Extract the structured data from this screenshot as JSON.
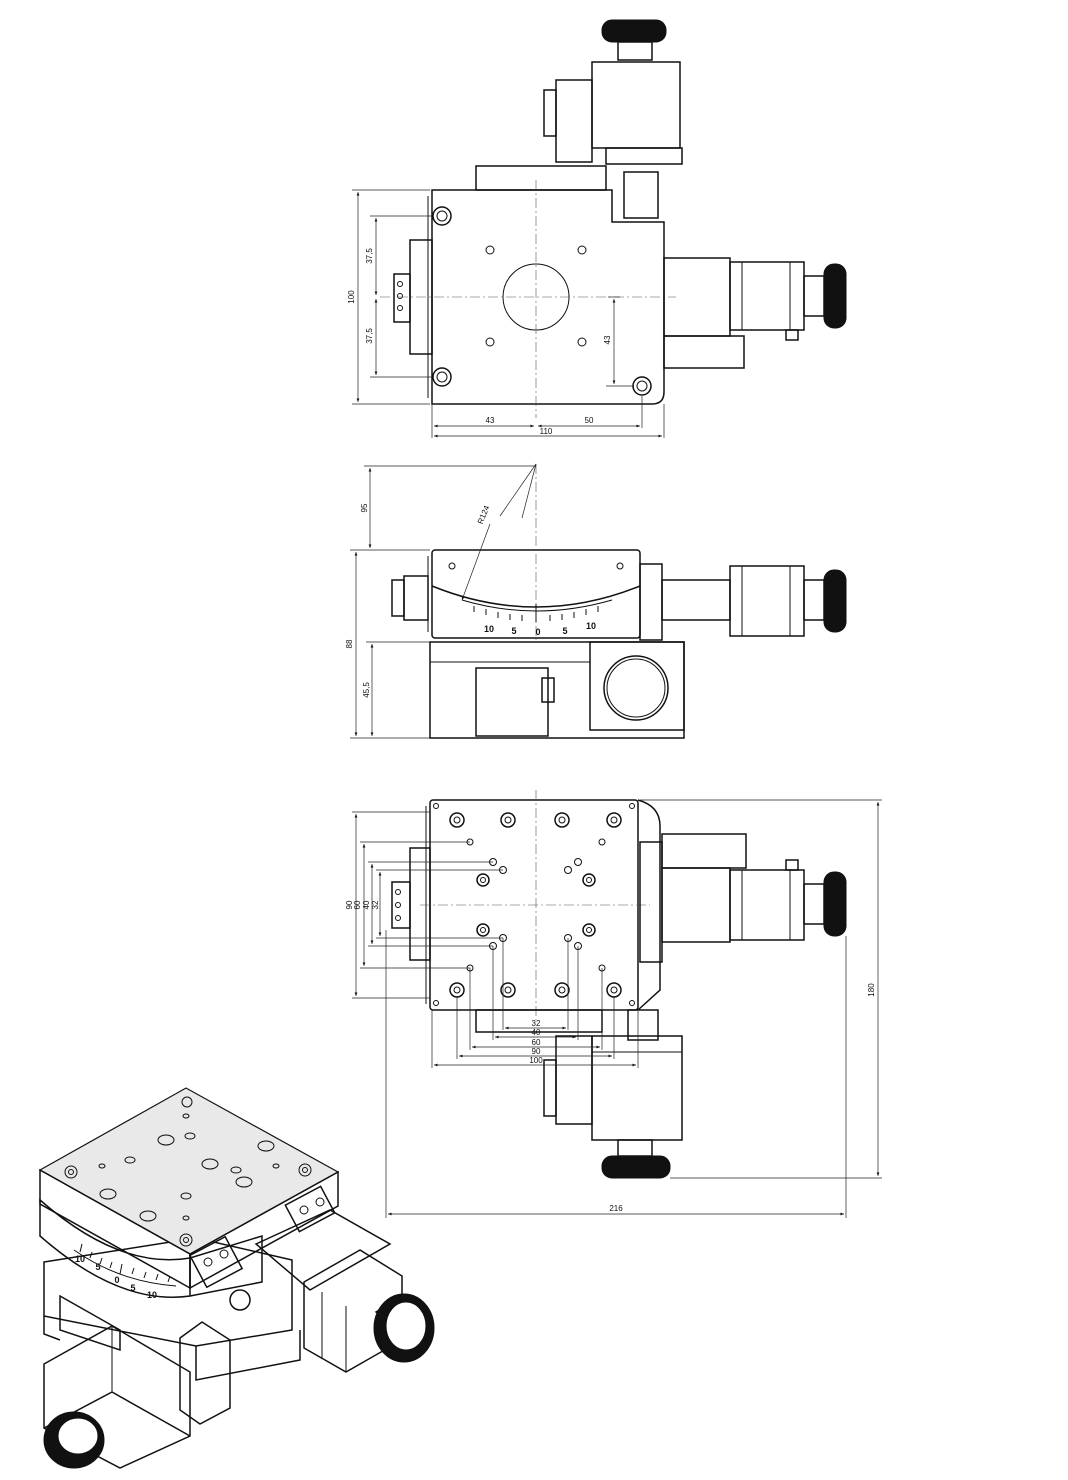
{
  "top_view": {
    "dims": {
      "height_100": "100",
      "upper_37_5": "37,5",
      "lower_37_5": "37,5",
      "right_43": "43",
      "width_43": "43",
      "width_50": "50",
      "width_110": "110"
    }
  },
  "side_view": {
    "dims": {
      "d95": "95",
      "radius": "R124",
      "d88": "88",
      "d45_5": "45,5"
    },
    "scale_labels": [
      "10",
      "5",
      "0",
      "5",
      "10"
    ]
  },
  "bottom_view": {
    "dims": {
      "v90": "90",
      "v60": "60",
      "v40": "40",
      "v32": "32",
      "h32": "32",
      "h40": "40",
      "h60": "60",
      "h90": "90",
      "h100": "100",
      "h180": "180",
      "h216": "216"
    }
  },
  "iso_view": {
    "scale_labels": [
      "10",
      "5",
      "0",
      "5",
      "10"
    ]
  }
}
